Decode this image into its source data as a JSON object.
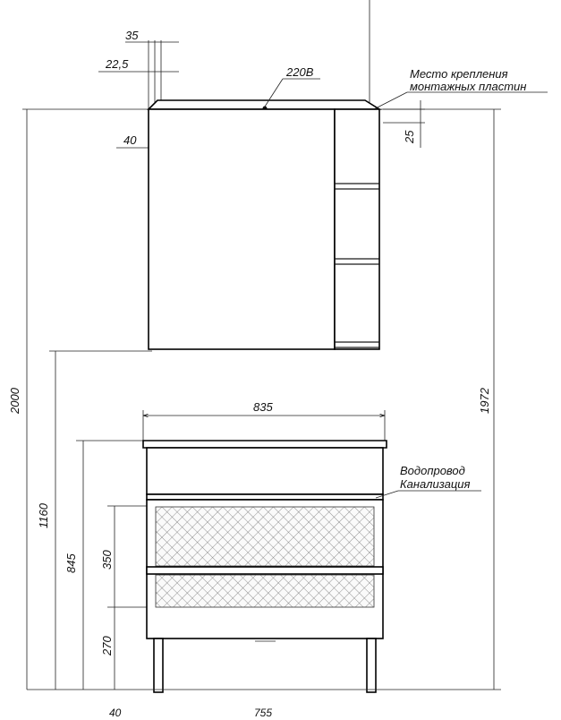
{
  "labels": {
    "wall_top_35": "35",
    "wall_top_22_5": "22,5",
    "wall_40": "40",
    "power": "220В",
    "mount_line1": "Место крепления",
    "mount_line2": "монтажных пластин",
    "mount_25": "25",
    "width_835": "835",
    "water": "Водопровод",
    "sewer": "Канализация",
    "h_2000": "2000",
    "h_1160": "1160",
    "h_845": "845",
    "h_350": "350",
    "h_270": "270",
    "h_1972": "1972",
    "bottom_left": "40",
    "bottom_mid": "755"
  }
}
